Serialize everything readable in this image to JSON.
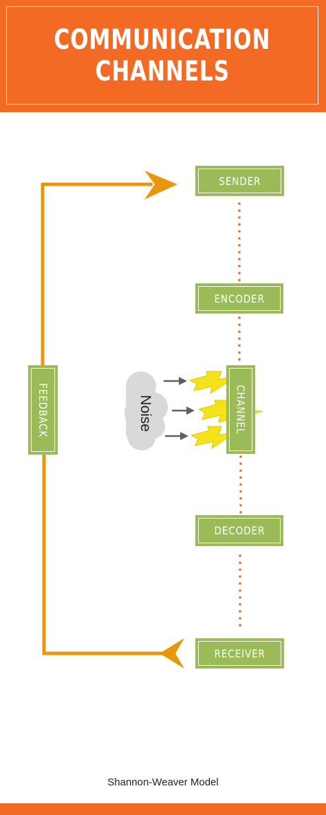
{
  "header": {
    "title_line1": "COMMUNICATION",
    "title_line2": "CHANNELS"
  },
  "nodes": {
    "sender": "SENDER",
    "encoder": "ENCODER",
    "channel": "CHANNEL",
    "decoder": "DECODER",
    "receiver": "RECEIVER",
    "feedback": "FEEDBACK"
  },
  "noise": {
    "label": "Noise",
    "icon": "cloud-icon",
    "arrow_icon": "arrow-right-icon",
    "bolt_icon": "lightning-bolt-icon"
  },
  "caption": "Shannon-Weaver Model",
  "colors": {
    "accent": "#f26a24",
    "box": "#9bbb59",
    "feedback_line": "#e8960c",
    "dots": "#f26a24",
    "bolt": "#f5e21b",
    "cloud": "#d9d9d9"
  }
}
